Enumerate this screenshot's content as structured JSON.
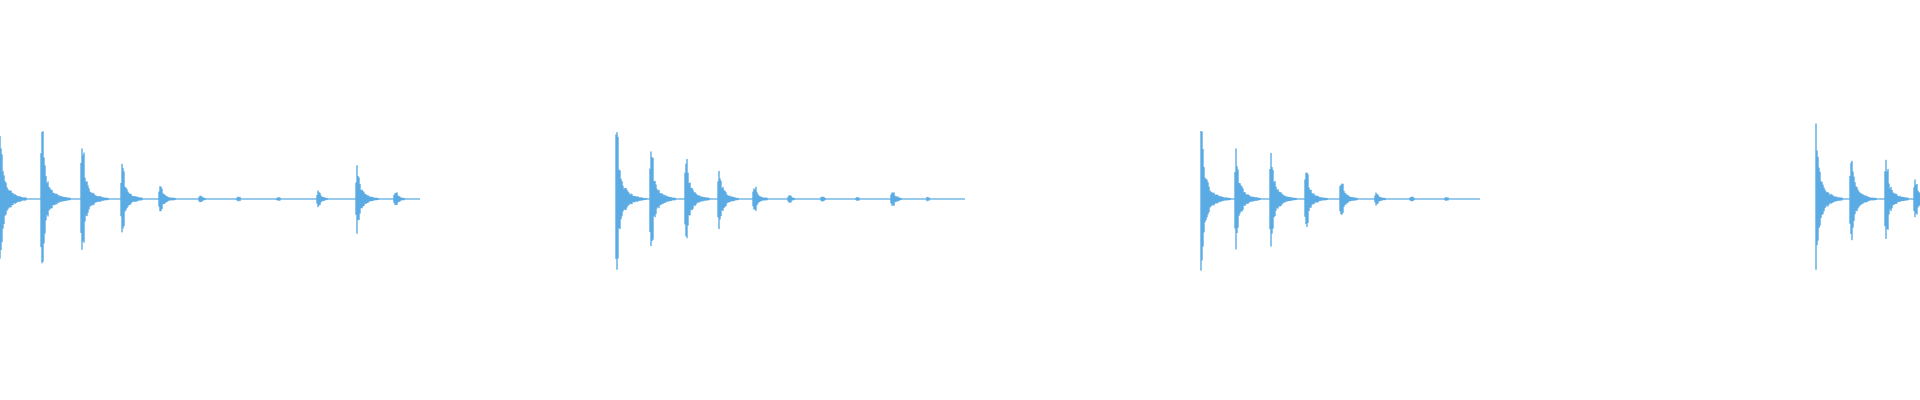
{
  "waveform": {
    "color": "#5aaae3",
    "background": "#ffffff",
    "segments": [
      {
        "hits": [
          {
            "at": 0.0,
            "amp": 1.0
          },
          {
            "at": 0.1,
            "amp": 1.04
          },
          {
            "at": 0.195,
            "amp": 0.8
          },
          {
            "at": 0.29,
            "amp": 0.5
          },
          {
            "at": 0.38,
            "amp": 0.22
          },
          {
            "at": 0.475,
            "amp": 0.06
          },
          {
            "at": 0.565,
            "amp": 0.04
          },
          {
            "at": 0.66,
            "amp": 0.03
          },
          {
            "at": 0.755,
            "amp": 0.13
          },
          {
            "at": 0.85,
            "amp": 0.45
          },
          {
            "at": 0.94,
            "amp": 0.11
          }
        ]
      },
      {
        "hits": [
          {
            "at": 0.0,
            "amp": 1.1
          },
          {
            "at": 0.1,
            "amp": 0.73
          },
          {
            "at": 0.2,
            "amp": 0.64
          },
          {
            "at": 0.295,
            "amp": 0.43
          },
          {
            "at": 0.395,
            "amp": 0.2
          },
          {
            "at": 0.495,
            "amp": 0.06
          },
          {
            "at": 0.59,
            "amp": 0.04
          },
          {
            "at": 0.69,
            "amp": 0.03
          },
          {
            "at": 0.79,
            "amp": 0.13
          },
          {
            "at": 0.89,
            "amp": 0.03
          }
        ]
      },
      {
        "hits": [
          {
            "at": 0.0,
            "amp": 1.04
          },
          {
            "at": 0.125,
            "amp": 0.68
          },
          {
            "at": 0.25,
            "amp": 0.73
          },
          {
            "at": 0.375,
            "amp": 0.45
          },
          {
            "at": 0.5,
            "amp": 0.29
          },
          {
            "at": 0.625,
            "amp": 0.1
          },
          {
            "at": 0.75,
            "amp": 0.04
          },
          {
            "at": 0.875,
            "amp": 0.03
          }
        ]
      },
      {
        "hits": [
          {
            "at": 0.0,
            "amp": 1.0
          },
          {
            "at": 0.333,
            "amp": 0.7
          },
          {
            "at": 0.666,
            "amp": 0.62
          },
          {
            "at": 0.95,
            "amp": 0.3
          }
        ]
      }
    ]
  }
}
